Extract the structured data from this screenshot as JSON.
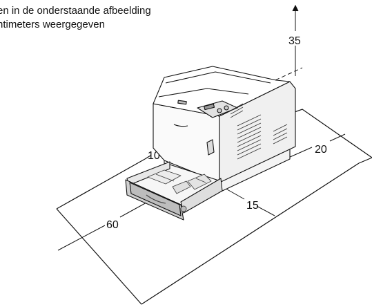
{
  "caption": {
    "line1": "en in de onderstaande afbeelding",
    "line2": "ntimeters weergegeven"
  },
  "dimensions": {
    "top": "35",
    "left": "10",
    "right": "20",
    "front": "15",
    "tray": "60"
  }
}
